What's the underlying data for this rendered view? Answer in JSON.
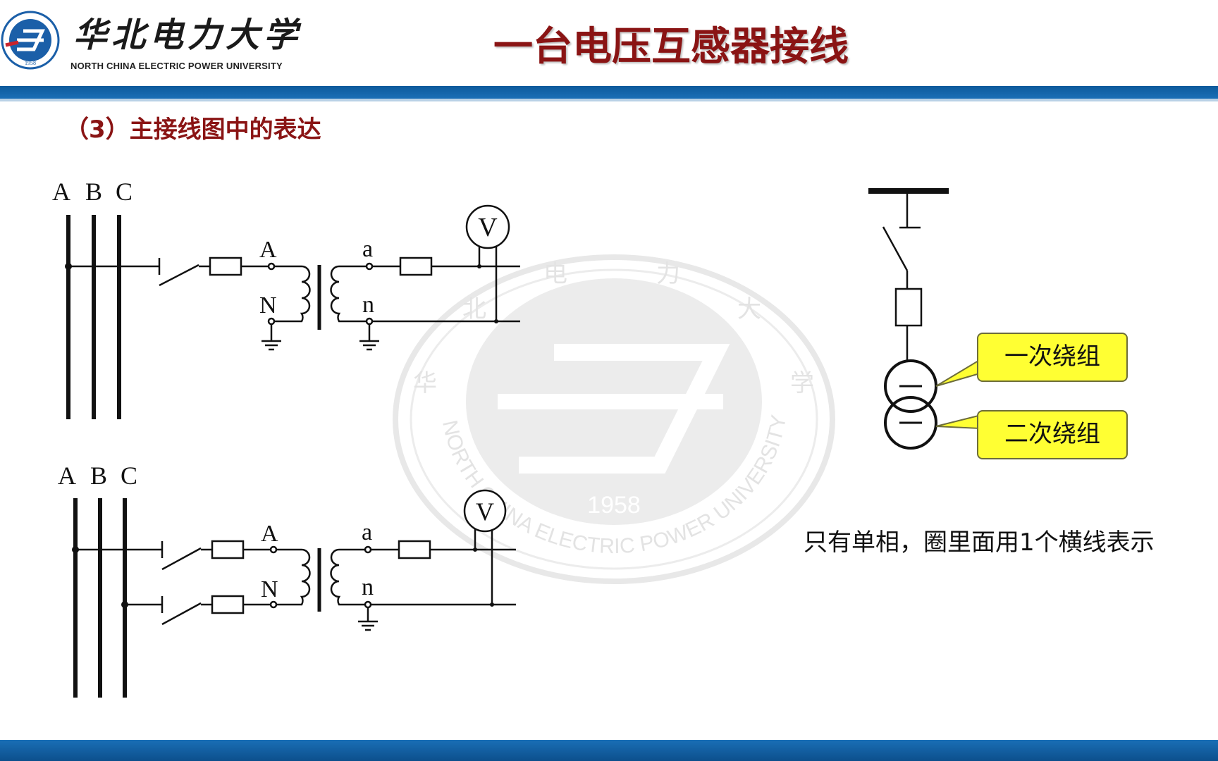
{
  "header": {
    "logo_cn": "华北电力大学",
    "logo_en": "NORTH CHINA ELECTRIC POWER UNIVERSITY",
    "logo_year": "1958",
    "title": "一台电压互感器接线"
  },
  "section": {
    "title": "（3）主接线图中的表达"
  },
  "diagram_top": {
    "phases": [
      "A",
      "B",
      "C"
    ],
    "primary_terminals": [
      "A",
      "N"
    ],
    "secondary_terminals": [
      "a",
      "n"
    ],
    "meter": "V"
  },
  "diagram_bottom": {
    "phases": [
      "A",
      "B",
      "C"
    ],
    "primary_terminals": [
      "A",
      "N"
    ],
    "secondary_terminals": [
      "a",
      "n"
    ],
    "meter": "V"
  },
  "symbol": {
    "callout_primary": "一次绕组",
    "callout_secondary": "二次绕组"
  },
  "note": "只有单相，圈里面用1个横线表示",
  "watermark": {
    "year": "1958",
    "arc_text": "NORTH CHINA ELECTRIC POWER UNIVERSITY",
    "top_chars": [
      "华",
      "北",
      "电",
      "力",
      "大",
      "学"
    ]
  },
  "colors": {
    "title": "#8a1414",
    "band": "#0d5a9c",
    "callout": "#ffff33"
  }
}
